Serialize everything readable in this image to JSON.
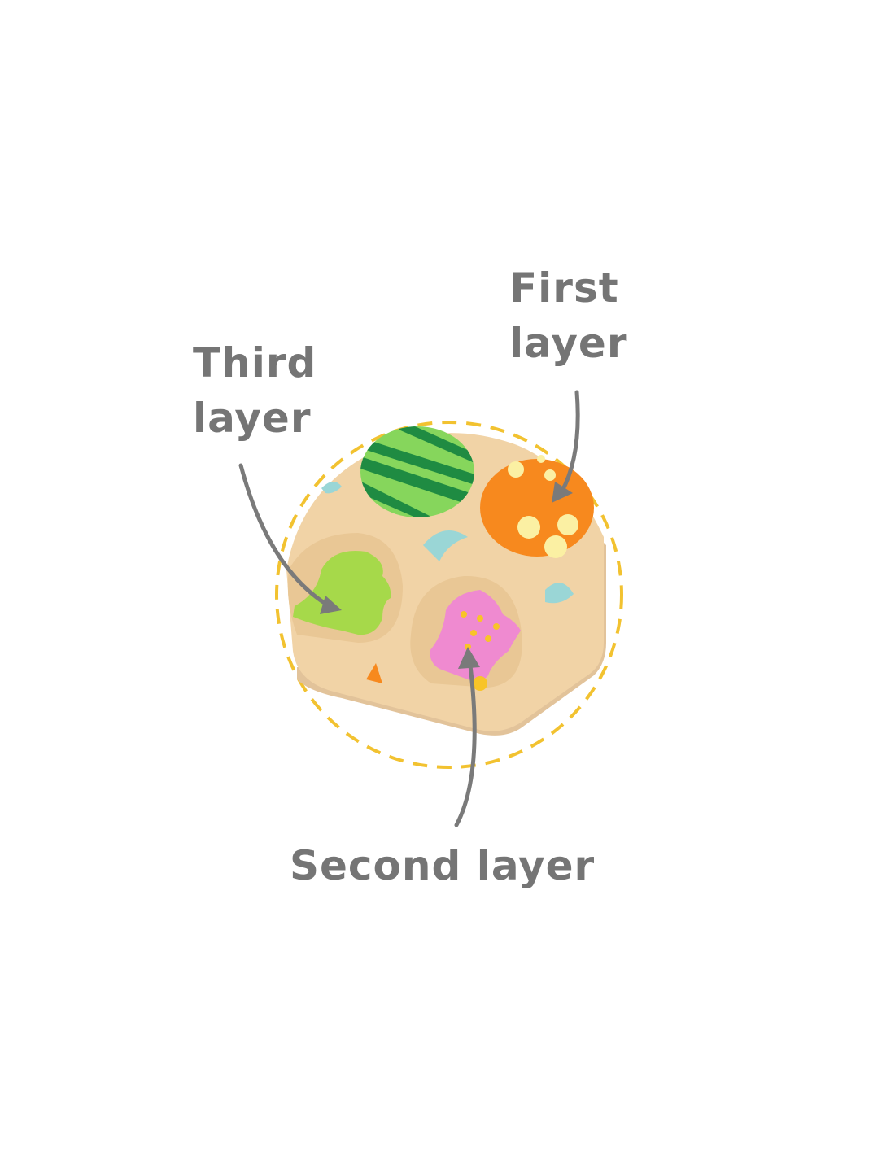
{
  "labels": {
    "first": [
      "First",
      "layer"
    ],
    "third": [
      "Third",
      "layer"
    ],
    "second": "Second layer"
  },
  "colors": {
    "label": "#757575",
    "arrow": "#7a7a7a",
    "dashed_circle": "#f2c230",
    "board": "#f1d3a6",
    "board_edge": "#e2c39a",
    "green_egg_light": "#86d65c",
    "green_egg_dark": "#1f8b42",
    "orange_egg": "#f7891e",
    "orange_spots": "#fbf0a3",
    "green_dino": "#a6d94a",
    "pink_dino": "#ef8ad0",
    "yellow_spots": "#f8c428",
    "leaf": "#9ad6d6"
  }
}
